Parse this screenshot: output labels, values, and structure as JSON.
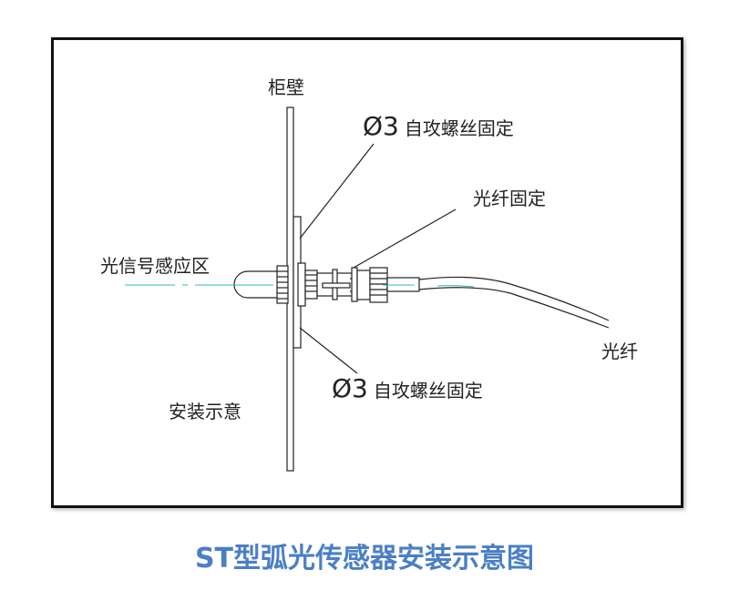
{
  "labels": {
    "cabinet_wall": "柜壁",
    "screw_top_symbol": "Ø3",
    "screw_top_text": "自攻螺丝固定",
    "fiber_fix": "光纤固定",
    "sensing_area": "光信号感应区",
    "fiber": "光纤",
    "install_note": "安装示意",
    "screw_bottom_symbol": "Ø3",
    "screw_bottom_text": "自攻螺丝固定"
  },
  "title": "ST型弧光传感器安装示意图",
  "colors": {
    "title": "#4a7fc6",
    "centerline": "#2fb8b8",
    "lines": "#222222"
  }
}
